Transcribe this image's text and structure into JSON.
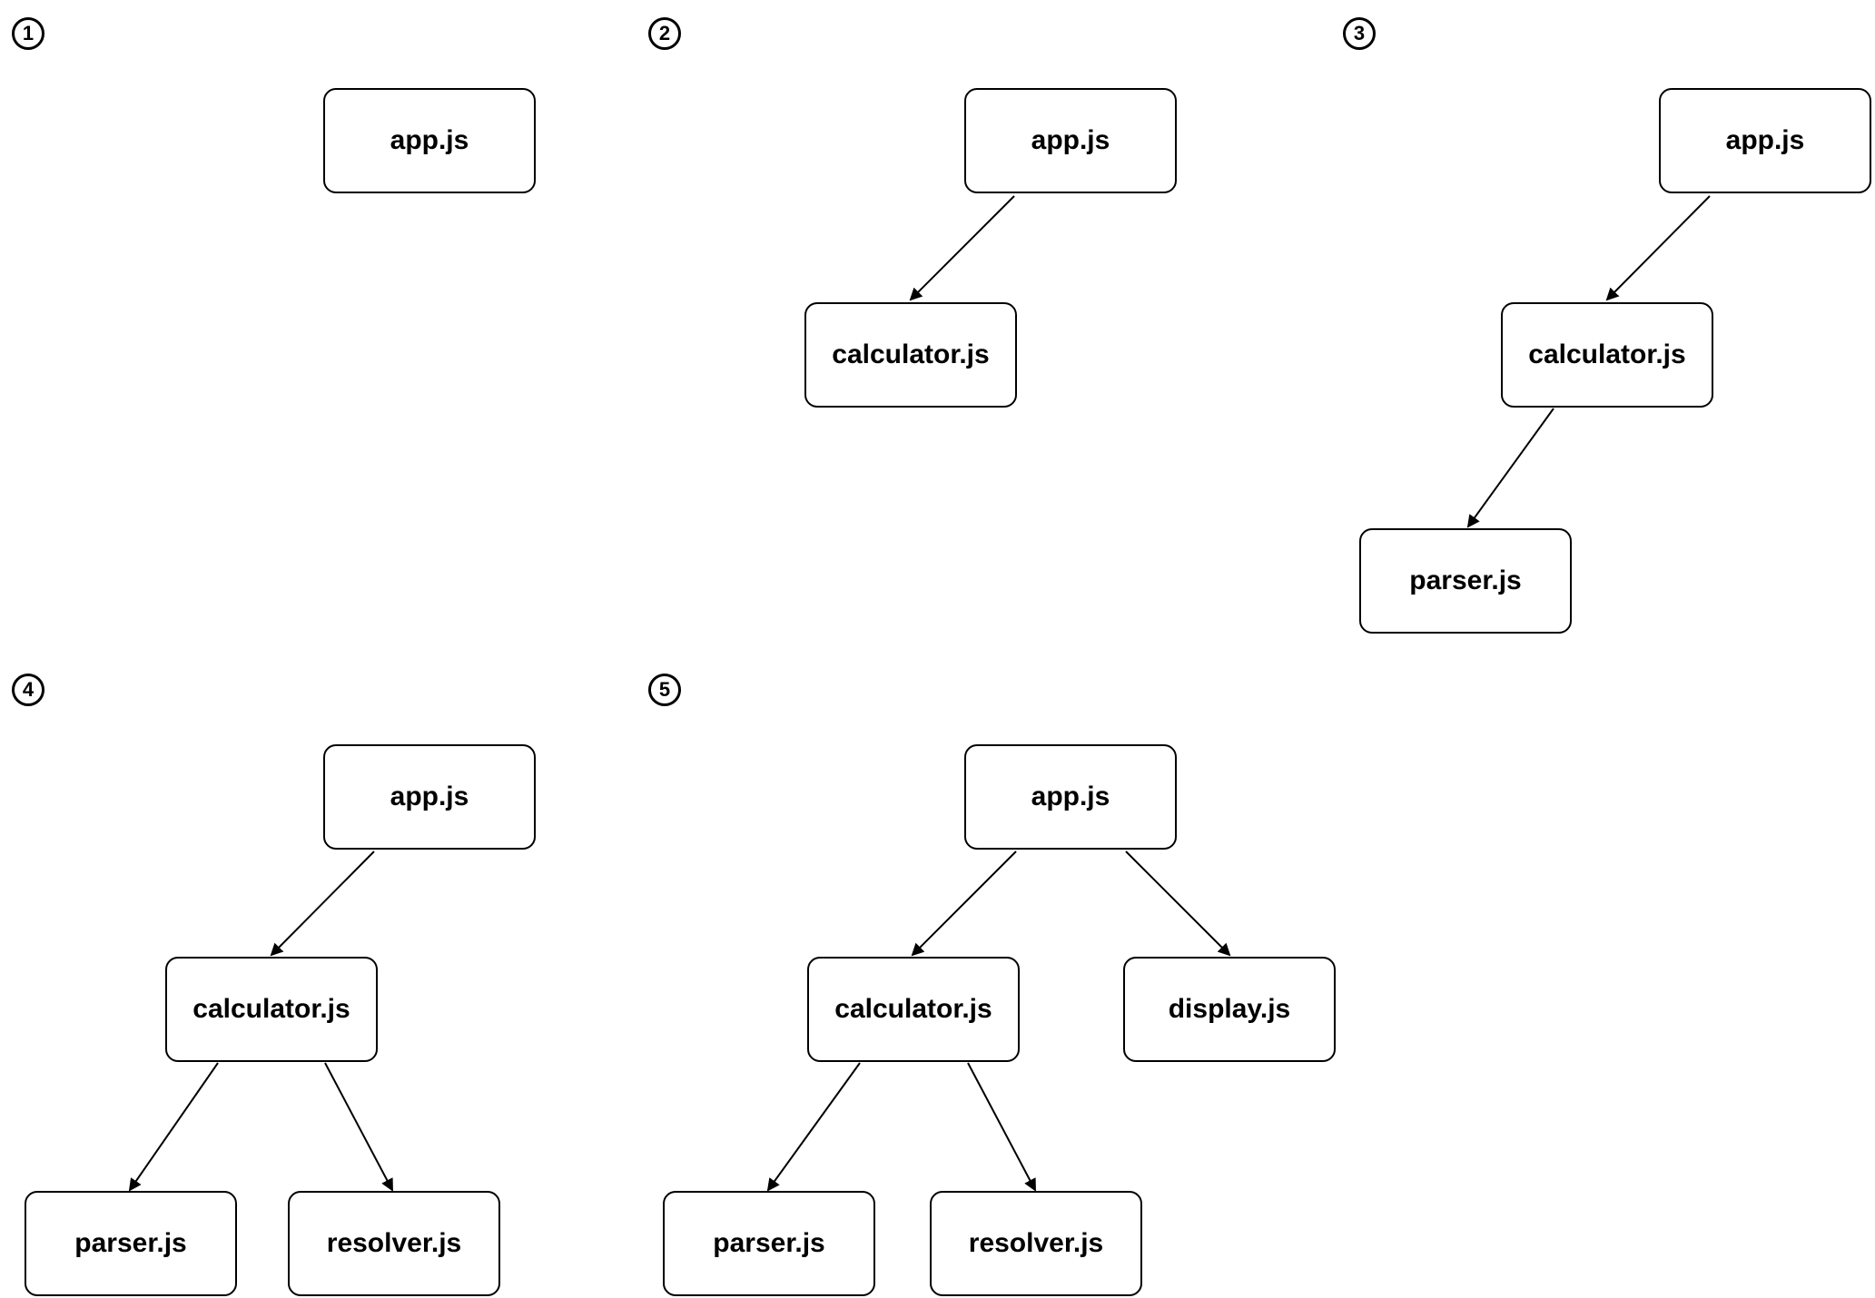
{
  "diagrams": [
    {
      "step": "1",
      "nodes": {
        "app": "app.js"
      }
    },
    {
      "step": "2",
      "nodes": {
        "app": "app.js",
        "calculator": "calculator.js"
      }
    },
    {
      "step": "3",
      "nodes": {
        "app": "app.js",
        "calculator": "calculator.js",
        "parser": "parser.js"
      }
    },
    {
      "step": "4",
      "nodes": {
        "app": "app.js",
        "calculator": "calculator.js",
        "parser": "parser.js",
        "resolver": "resolver.js"
      }
    },
    {
      "step": "5",
      "nodes": {
        "app": "app.js",
        "calculator": "calculator.js",
        "display": "display.js",
        "parser": "parser.js",
        "resolver": "resolver.js"
      }
    }
  ],
  "colors": {
    "stroke": "#000000",
    "background": "#ffffff",
    "text": "#000000"
  }
}
